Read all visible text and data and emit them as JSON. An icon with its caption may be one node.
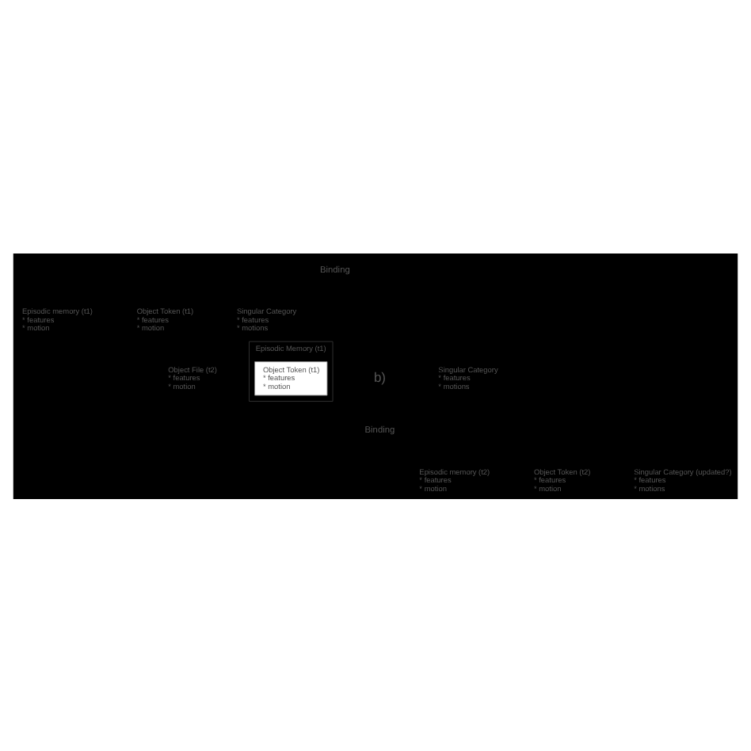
{
  "diagram": {
    "nodes": [
      {
        "text": [
          "Episodic memory (t1)",
          "* features",
          "* motion"
        ]
      },
      {
        "text": [
          "Object Token (t1)",
          "* features",
          "* motion"
        ]
      },
      {
        "text": [
          "Singular Category",
          "* features",
          "* motions"
        ]
      },
      {
        "text": [
          "Object File (t2)",
          "* features",
          "* motion"
        ]
      },
      {
        "text": [
          "Episodic Memory (t1)"
        ]
      },
      {
        "text": [
          "Object Token (t1)",
          "* features",
          "* motion"
        ],
        "in": 4
      },
      {
        "text": [
          "Singular Category",
          "* features",
          "* motions"
        ]
      },
      {
        "text": [
          "Episodic memory (t2)",
          "* features",
          "* motion"
        ]
      },
      {
        "text": [
          "Object Token (t2)",
          "* features",
          "* motion"
        ]
      },
      {
        "text": [
          "Singular Category (updated?)",
          "* features",
          "* motions"
        ]
      }
    ],
    "edges": [],
    "labels": [
      "Binding",
      "b)",
      "Binding"
    ]
  }
}
